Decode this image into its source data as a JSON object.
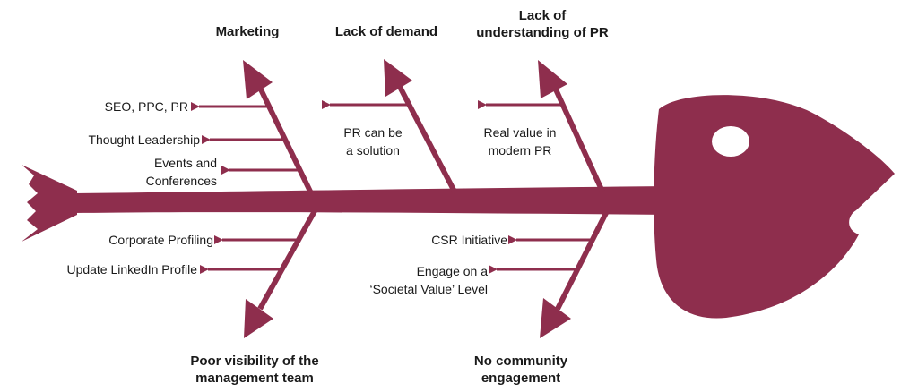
{
  "colors": {
    "fish": "#8e2e4d",
    "text": "#1a1a1a",
    "eye": "#ffffff",
    "background": "#ffffff"
  },
  "categories": {
    "marketing": "Marketing",
    "lack_of_demand": "Lack of demand",
    "lack_of_understanding": "Lack of\nunderstanding of PR",
    "poor_visibility": "Poor visibility of the\nmanagement team",
    "no_community": "No community\nengagement"
  },
  "causes": {
    "seo": "SEO, PPC, PR",
    "thought_leadership": "Thought Leadership",
    "events": "Events and\nConferences",
    "pr_solution": "PR can be\na solution",
    "real_value": "Real value in\nmodern PR",
    "corporate_profiling": "Corporate Profiling",
    "linkedin": "Update LinkedIn Profile",
    "csr": "CSR Initiative",
    "societal": "Engage on a\n‘Societal Value’ Level"
  }
}
